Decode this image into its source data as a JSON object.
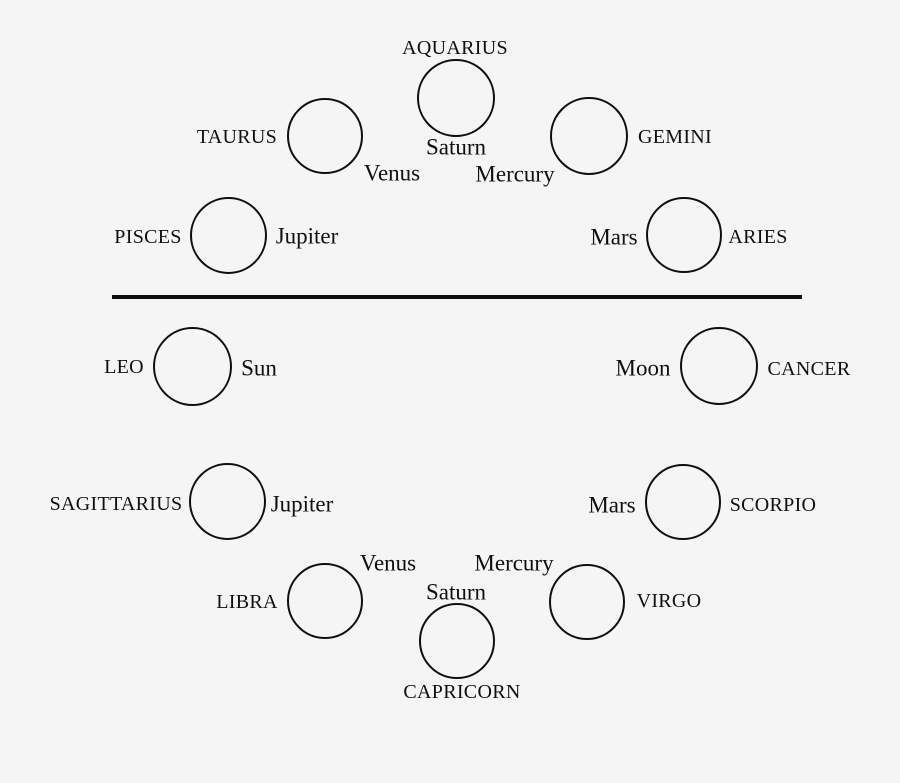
{
  "figure": {
    "background_color": "#f5f5f5",
    "ink_color": "#0f0f0f",
    "signs": [
      {
        "sign": "AQUARIUS",
        "planet": "Saturn"
      },
      {
        "sign": "TAURUS",
        "planet": "Venus"
      },
      {
        "sign": "GEMINI",
        "planet": "Mercury"
      },
      {
        "sign": "PISCES",
        "planet": "Jupiter"
      },
      {
        "sign": "ARIES",
        "planet": "Mars"
      },
      {
        "sign": "LEO",
        "planet": "Sun"
      },
      {
        "sign": "CANCER",
        "planet": "Moon"
      },
      {
        "sign": "SAGITTARIUS",
        "planet": "Jupiter"
      },
      {
        "sign": "SCORPIO",
        "planet": "Mars"
      },
      {
        "sign": "LIBRA",
        "planet": "Venus"
      },
      {
        "sign": "VIRGO",
        "planet": "Mercury"
      },
      {
        "sign": "CAPRICORN",
        "planet": "Saturn"
      }
    ]
  }
}
